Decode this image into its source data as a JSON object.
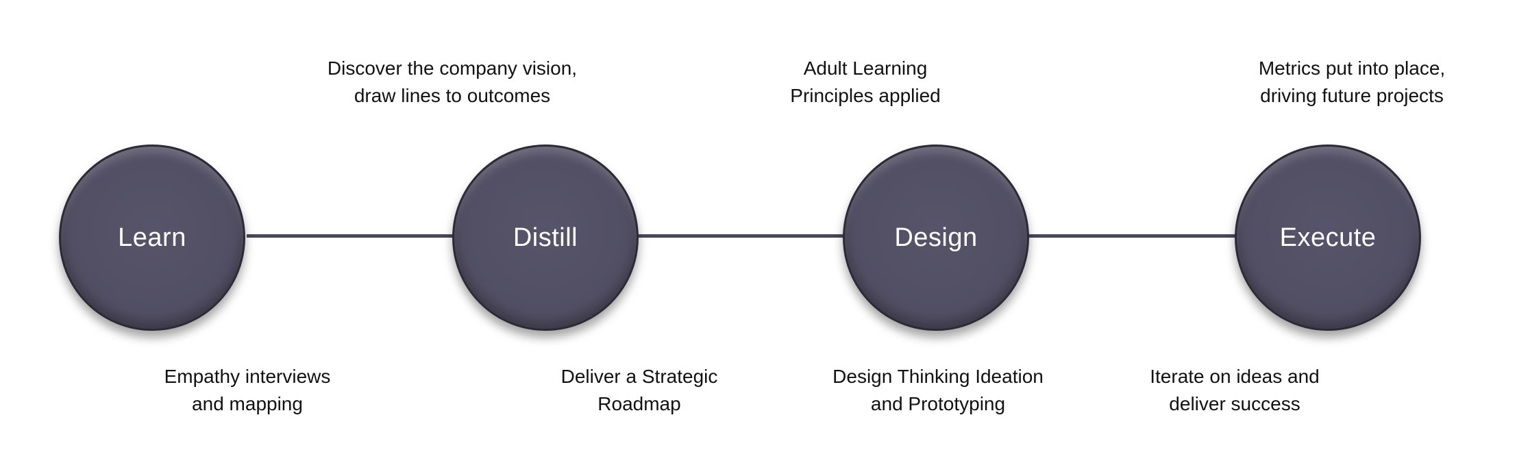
{
  "steps": [
    {
      "label": "Learn",
      "above": [],
      "below": [
        "Empathy interviews",
        "and mapping"
      ]
    },
    {
      "label": "Distill",
      "above": [
        "Discover the company vision,",
        "draw lines to outcomes"
      ],
      "below": [
        "Deliver a Strategic",
        "Roadmap"
      ]
    },
    {
      "label": "Design",
      "above": [
        "Adult Learning",
        "Principles applied"
      ],
      "below": [
        "Design Thinking Ideation",
        "and Prototyping"
      ]
    },
    {
      "label": "Execute",
      "above": [
        "Metrics put into place,",
        "driving future projects"
      ],
      "below": [
        "Iterate on ideas and",
        "deliver success"
      ]
    }
  ],
  "colors": {
    "circle_fill": "#524f64",
    "connector": "#4a475a",
    "label_text": "#ffffff",
    "note_text": "#111111"
  }
}
